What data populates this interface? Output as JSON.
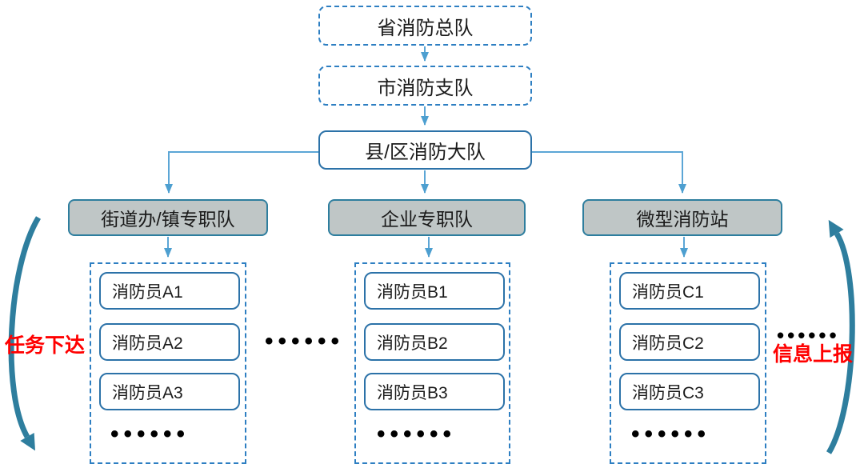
{
  "nodes": {
    "provincial": "省消防总队",
    "municipal": "市消防支队",
    "county": "县/区消防大队"
  },
  "branches": [
    {
      "label": "街道办/镇专职队",
      "members": [
        "消防员A1",
        "消防员A2",
        "消防员A3"
      ],
      "more": "••••••"
    },
    {
      "label": "企业专职队",
      "members": [
        "消防员B1",
        "消防员B2",
        "消防员B3"
      ],
      "more": "••••••"
    },
    {
      "label": "微型消防站",
      "members": [
        "消防员C1",
        "消防员C2",
        "消防员C3"
      ],
      "more": "••••••"
    }
  ],
  "gap_dots": "••••••",
  "side_labels": {
    "task_down": "任务下达",
    "info_up": "信息上报",
    "info_up_dots": "••••••"
  },
  "colors": {
    "dashed_border_blue": "#2E7FC2",
    "solid_border_blue": "#2C72A8",
    "branch_fill_gray": "#BFC6C6",
    "branch_border_teal": "#2E7E9E",
    "connector_blue": "#5CA6D6",
    "curved_arrow_teal": "#2E7E9E",
    "label_red": "#FF0000",
    "text_black": "#1a1a1a"
  }
}
